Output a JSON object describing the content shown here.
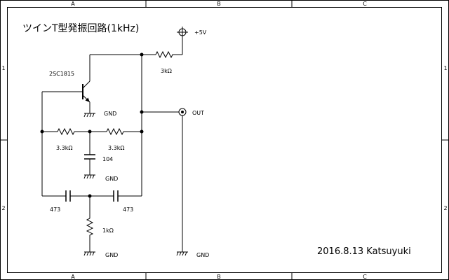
{
  "title": "ツインT型発振回路(1kHz)",
  "signature": "2016.8.13 Katsuyuki",
  "frame": {
    "columns": [
      "A",
      "B",
      "C"
    ],
    "rows": [
      "1",
      "2"
    ]
  },
  "components": {
    "transistor": "2SC1815",
    "r_collector": "3kΩ",
    "r_left": "3.3kΩ",
    "r_right": "3.3kΩ",
    "c_mid": "104",
    "c_left": "473",
    "c_right": "473",
    "r_bottom": "1kΩ"
  },
  "nets": {
    "supply": "+5V",
    "output": "OUT",
    "gnd": "GND"
  }
}
